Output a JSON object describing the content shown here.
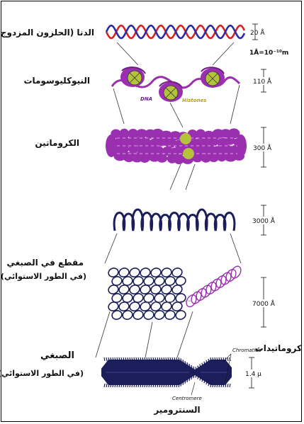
{
  "labels": {
    "dna_double_helix": "الدنا (الحلزون المزدوج)",
    "nucleosomes": "النيوكليوسومات",
    "chromatin": "الكروماتين",
    "chromosome_section_line1": "مقطع في الصبغي",
    "chromosome_section_line2": "(في الطور الاستوائي)",
    "chromosome_line1": "الصبغي",
    "chromosome_line2": "(في الطور الاستوائي)",
    "chromatids_ar": "كروماتيدات",
    "centromere_ar": "السنترومير"
  },
  "annotations": {
    "dna_en": "DNA",
    "histones_en": "Histones",
    "chromatids_en": "Chromatids",
    "centromere_en": "Centromere",
    "angstrom_def": "1Å=10⁻¹⁰m"
  },
  "measurements": {
    "dna_width": "20 Å",
    "nucleosome_width": "110 Å",
    "chromatin_width": "300 Å",
    "loop_width": "3000 Å",
    "section_width": "7000 Å",
    "chromosome_width": "1.4 µ"
  },
  "colors": {
    "dna_red": "#d6231f",
    "dna_blue": "#2b2aa8",
    "purple": "#9a2fb0",
    "histone_green": "#b4c43a",
    "navy": "#1b1e5a"
  }
}
